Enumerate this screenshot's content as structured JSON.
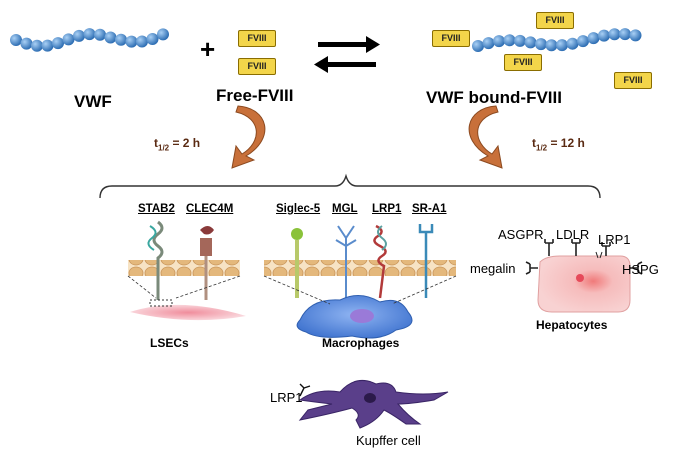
{
  "labels": {
    "vwf": "VWF",
    "plus": "+",
    "free_fviii": "Free-FVIII",
    "vwf_bound": "VWF bound-FVIII",
    "fviii": "FVIII",
    "half_life_free_t": "t",
    "half_life_free_sub": "1/2",
    "half_life_free_val": " = 2 h",
    "half_life_bound_t": "t",
    "half_life_bound_sub": "1/2",
    "half_life_bound_val": " = 12 h",
    "lsecs": "LSECs",
    "macrophages": "Macrophages",
    "hepatocytes": "Hepatocytes",
    "kupffer": "Kupffer cell"
  },
  "receptors": {
    "stab2": "STAB2",
    "clec4m": "CLEC4M",
    "siglec5": "Siglec-5",
    "mgl": "MGL",
    "lrp1": "LRP1",
    "sra1": "SR-A1",
    "asgpr": "ASGPR",
    "ldlr": "LDLR",
    "lrp1_hep": "LRP1",
    "megalin": "megalin",
    "hspg": "HSPG",
    "lrp1_kupffer": "LRP1"
  },
  "colors": {
    "vwf_bead": "#4f93d6",
    "fviii_box": "#f3d54a",
    "curved_arrow": "#c8703a",
    "membrane": "#e8c79a",
    "lsec_cell": "#f2b7b7",
    "macrophage": "#5b8fe0",
    "hepatocyte": "#f4b8b8",
    "kupffer": "#5a3f8a"
  }
}
